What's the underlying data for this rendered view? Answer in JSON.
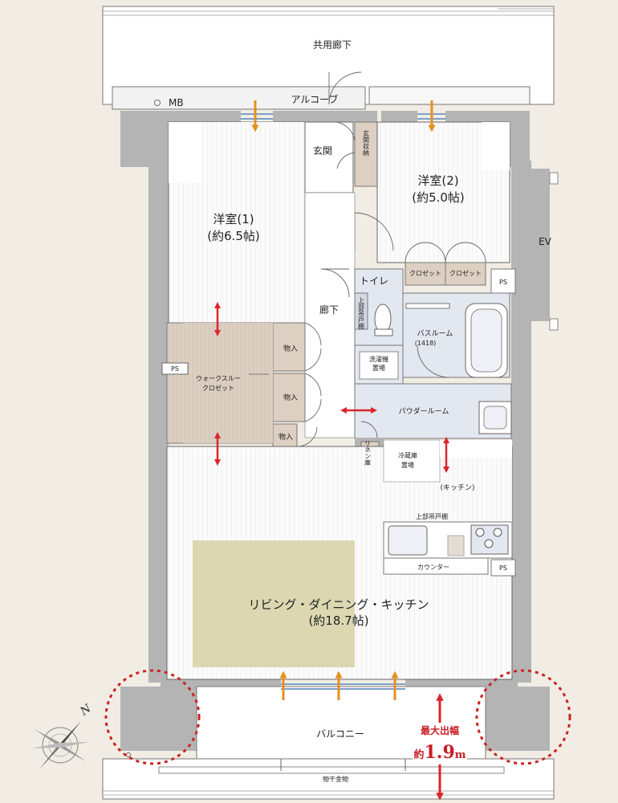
{
  "corridor": "共用廊下",
  "mb": "MB",
  "alcove": "アルコーブ",
  "entrance": "玄関",
  "entrance_storage": "玄関収納",
  "ev": "EV",
  "ps": "PS",
  "western_room_1": {
    "name": "洋室(1)",
    "size": "(約6.5帖)"
  },
  "western_room_2": {
    "name": "洋室(2)",
    "size": "(約5.0帖)"
  },
  "closet": "クロゼット",
  "toilet": "トイレ",
  "upper_cabinet_vertical": "上部吊戸棚",
  "hallway": "廊下",
  "bathroom": "バスルーム",
  "bathroom_size": "(1418)",
  "storage": "物入",
  "walk_through_closet": [
    "ウォークスルー",
    "クロゼット"
  ],
  "washer_area": [
    "洗濯機",
    "置場"
  ],
  "powder_room": "パウダールーム",
  "linen_storage": "リネン庫",
  "fridge_area": [
    "冷蔵庫",
    "置場"
  ],
  "kitchen_label": "(キッチン)",
  "upper_cabinet": "上部吊戸棚",
  "counter": "カウンター",
  "ldk": {
    "name": "リビング・ダイニング・キッチン",
    "size": "(約18.7帖)"
  },
  "balcony": "バルコニー",
  "max_depth": {
    "label": "最大出幅",
    "prefix": "約",
    "value": "1.9",
    "unit": "m"
  },
  "laundry_rack": "物干金物",
  "compass": "N",
  "colors": {
    "arrow": "#d9262b",
    "dotted_circle": "#cc2222",
    "airflow": "#e5901f",
    "tatami": "#dcd7b1",
    "wall": "#b4b4b4",
    "storage": "#ddd0c2"
  }
}
